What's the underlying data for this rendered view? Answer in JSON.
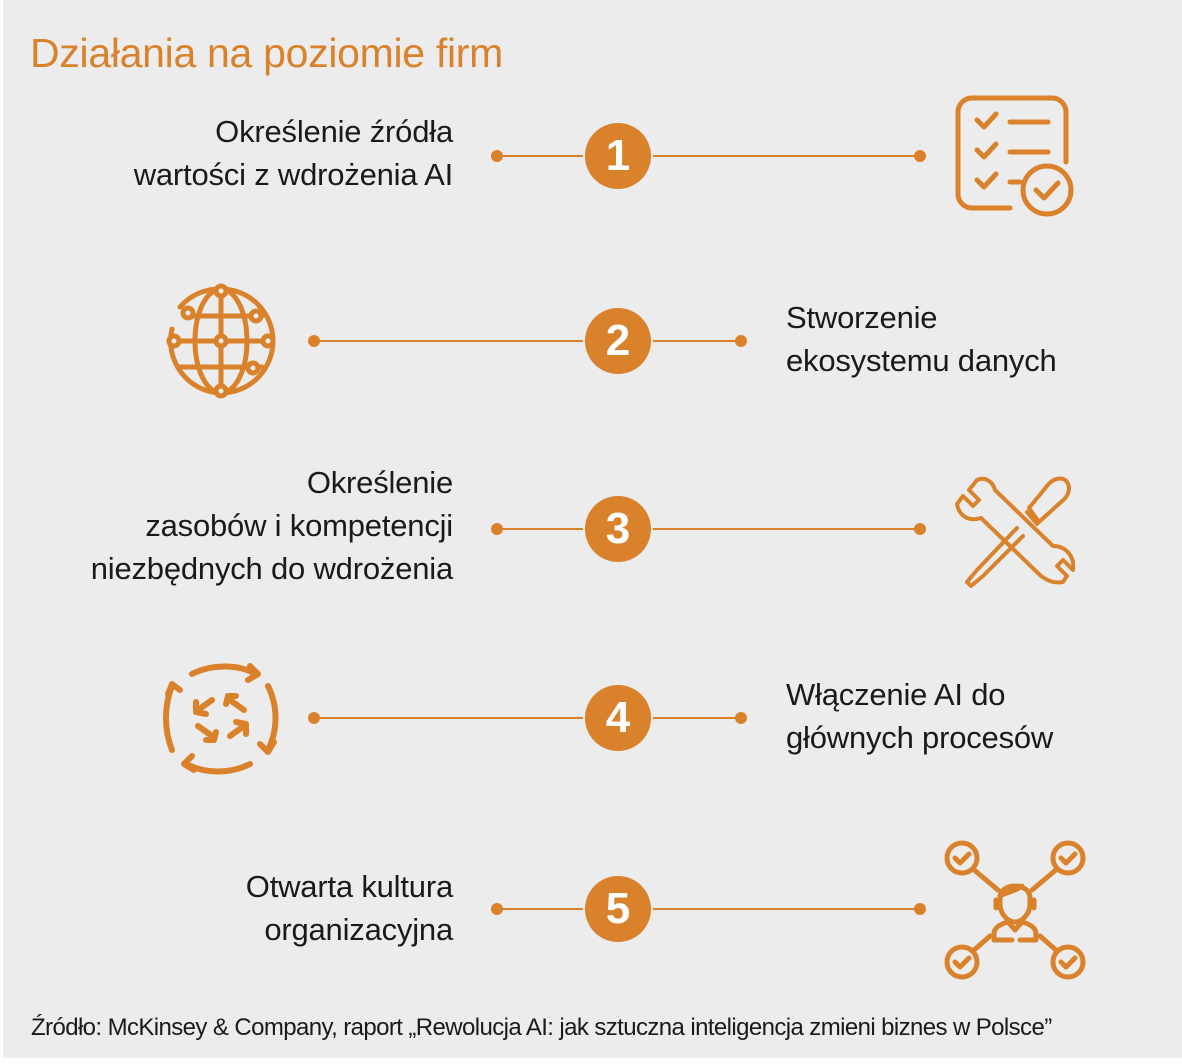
{
  "title": "Działania na poziomie firm",
  "accent_color": "#D9822B",
  "background_color": "#ECECEC",
  "steps": [
    {
      "number": "1",
      "label": "Określenie źródła\nwartości z wdrożenia AI",
      "text_side": "left",
      "icon": "checklist-icon"
    },
    {
      "number": "2",
      "label": "Stworzenie\nekosystemu danych",
      "text_side": "right",
      "icon": "globe-network-icon"
    },
    {
      "number": "3",
      "label": "Określenie\nzasobów i kompetencji\nniezbędnych do wdrożenia",
      "text_side": "left",
      "icon": "tools-icon"
    },
    {
      "number": "4",
      "label": "Włączenie AI do\ngłównych procesów",
      "text_side": "right",
      "icon": "cycle-arrows-icon"
    },
    {
      "number": "5",
      "label": "Otwarta kultura\norganizacyjna",
      "text_side": "left",
      "icon": "person-network-icon"
    }
  ],
  "source": "Źródło: McKinsey & Company, raport „Rewolucja AI: jak sztuczna inteligencja zmieni biznes w Polsce”"
}
